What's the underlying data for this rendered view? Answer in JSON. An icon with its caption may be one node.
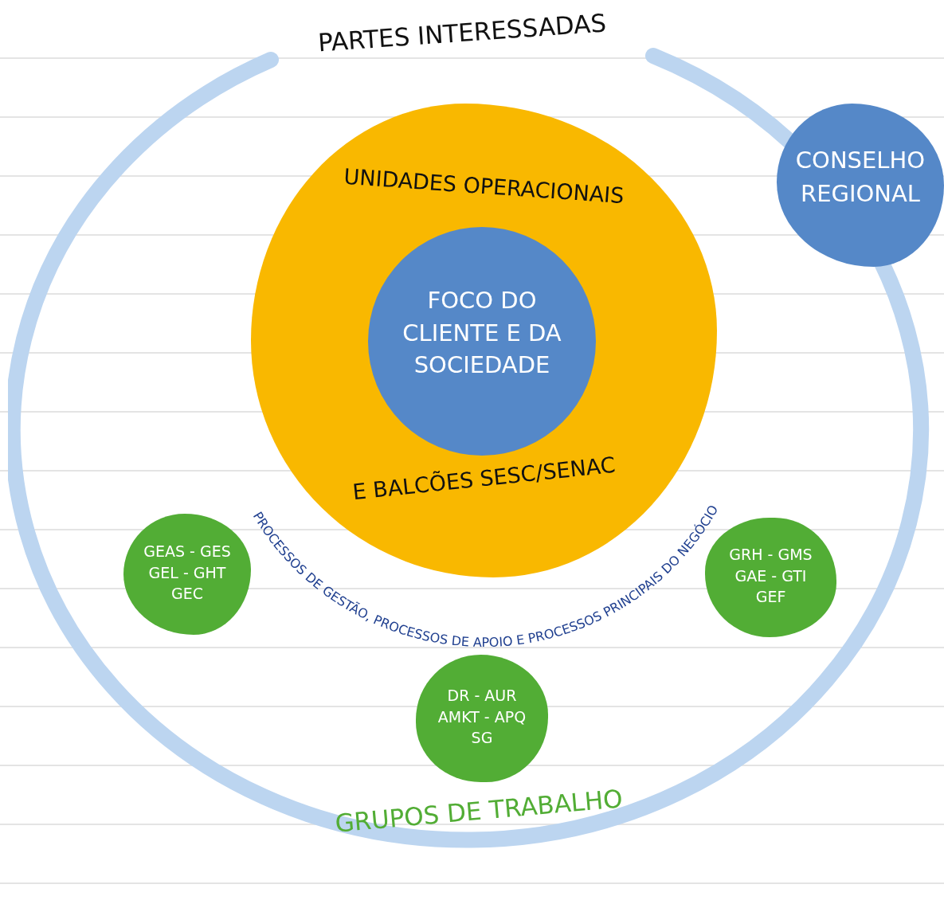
{
  "diagram": {
    "nodes": [
      {
        "text": [
          "PARTES INTERESSADAS"
        ]
      },
      {
        "text": [
          "UNIDADES OPERACIONAIS",
          "E BALCÕES SESC/SENAC"
        ],
        "in": 0
      },
      {
        "text": [
          "FOCO DO CLIENTE E DA SOCIEDADE"
        ],
        "in": 1
      },
      {
        "text": [
          "CONSELHO REGIONAL"
        ]
      },
      {
        "text": [
          "GEAS - GES GEL - GHT GEC"
        ],
        "in": 0
      },
      {
        "text": [
          "GRH - GMS GAE - GTI GEF"
        ],
        "in": 0
      },
      {
        "text": [
          "DR - AUR AMKT - APQ SG"
        ],
        "in": 0
      }
    ],
    "edges": [],
    "labels": [
      "PROCESSOS DE GESTÃO, PROCESSOS DE APOIO E PROCESSOS PRINCIPAIS DO NEGÓCIO",
      "GRUPOS DE TRABALHO"
    ]
  }
}
